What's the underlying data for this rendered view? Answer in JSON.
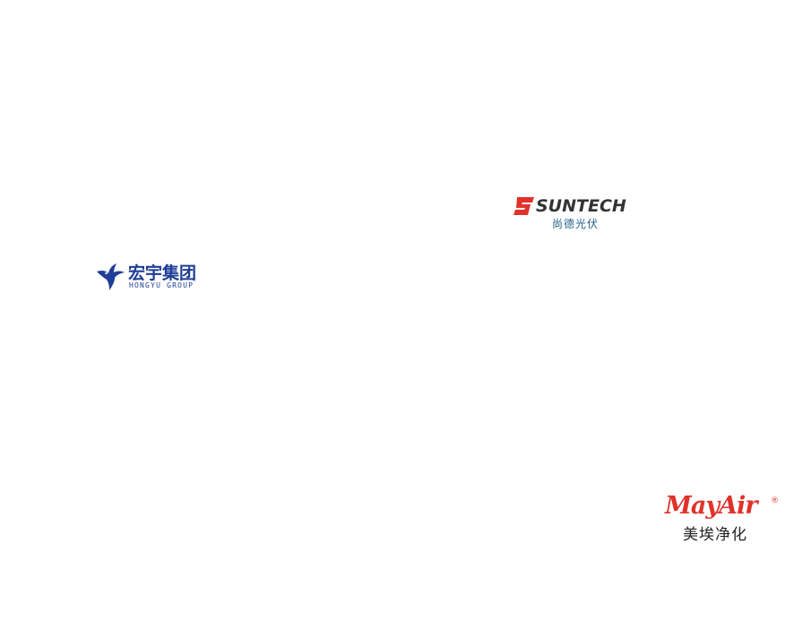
{
  "logos": {
    "hongyu": {
      "name_cn": "宏宇集团",
      "name_en": "HONGYU GROUP",
      "icon": "bird-icon",
      "color": "#1e3d96"
    },
    "suntech": {
      "name_en": "SUNTECH",
      "name_cn": "尚德光伏",
      "icon": "suntech-s-icon",
      "brand_color": "#e0322b",
      "text_color": "#333333",
      "sub_color": "#1f5f87"
    },
    "mayair": {
      "name_en": "MayAir",
      "registered": "®",
      "name_cn": "美埃净化",
      "brand_color": "#e0322b",
      "sub_color": "#222222"
    }
  }
}
